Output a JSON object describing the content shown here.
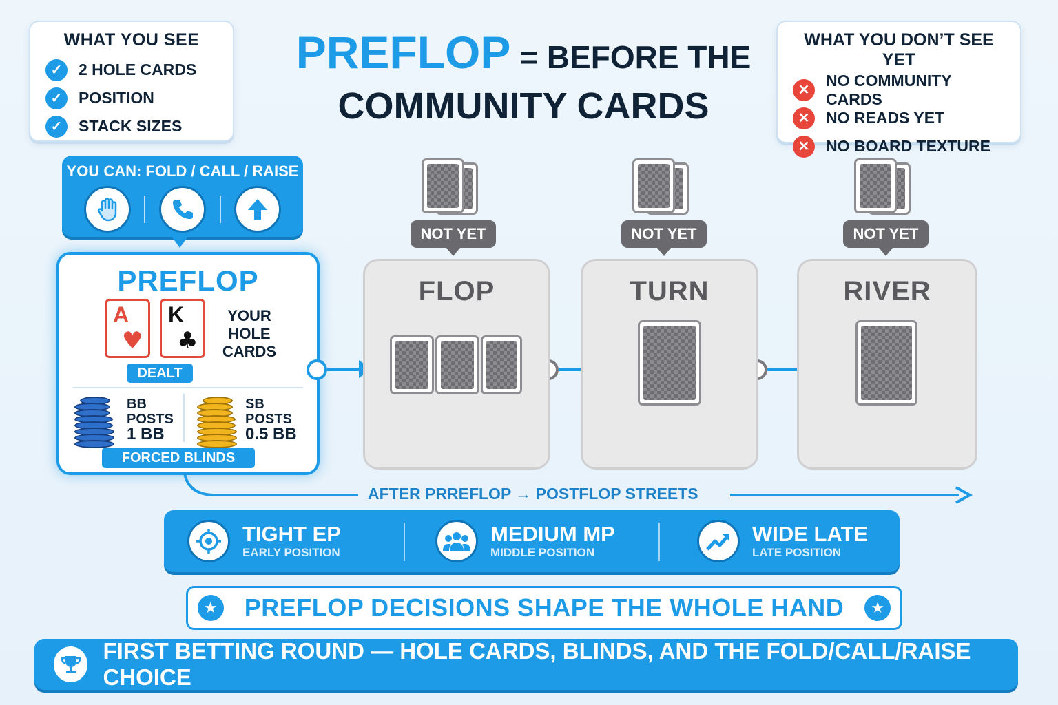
{
  "title": {
    "accent": "PREFLOP",
    "rest_line1": "= BEFORE THE",
    "line2": "COMMUNITY CARDS"
  },
  "what_you_see": {
    "heading": "WHAT YOU SEE",
    "items": [
      "2 HOLE CARDS",
      "POSITION",
      "STACK SIZES"
    ]
  },
  "what_you_dont_see": {
    "heading": "WHAT YOU DON’T SEE YET",
    "items": [
      "NO COMMUNITY CARDS",
      "NO READS YET",
      "NO BOARD TEXTURE"
    ]
  },
  "actions": {
    "label": "YOU CAN: FOLD / CALL / RAISE",
    "icons": [
      "hand-stop-icon",
      "phone-icon",
      "arrow-up-icon"
    ]
  },
  "preflop": {
    "title": "PREFLOP",
    "card1": {
      "rank": "A",
      "suit": "♥"
    },
    "card2": {
      "rank": "K",
      "suit": "♣"
    },
    "hole_label_1": "YOUR",
    "hole_label_2": "HOLE",
    "hole_label_3": "CARDS",
    "dealt_tag": "DEALT",
    "bb": {
      "line1": "BB",
      "line2": "POSTS",
      "line3": "1 BB"
    },
    "sb": {
      "line1": "SB",
      "line2": "POSTS",
      "line3": "0.5 BB"
    },
    "forced_tag": "FORCED BLINDS"
  },
  "streets": [
    {
      "name": "FLOP",
      "badge": "NOT YET",
      "cards": 3
    },
    {
      "name": "TURN",
      "badge": "NOT YET",
      "cards": 1
    },
    {
      "name": "RIVER",
      "badge": "NOT YET",
      "cards": 1
    }
  ],
  "after_label": "AFTER PRREFLOP → POSTFLOP STREETS",
  "positions": [
    {
      "title": "TIGHT EP",
      "subtitle": "EARLY POSITION",
      "icon": "target-icon"
    },
    {
      "title": "MEDIUM MP",
      "subtitle": "MIDDLE POSITION",
      "icon": "group-icon"
    },
    {
      "title": "WIDE LATE",
      "subtitle": "LATE POSITION",
      "icon": "trend-up-icon"
    }
  ],
  "shape_banner": "PREFLOP DECISIONS SHAPE THE WHOLE HAND",
  "bottom_banner": "FIRST BETTING ROUND — HOLE CARDS, BLINDS, AND THE FOLD/CALL/RAISE CHOICE",
  "colors": {
    "accent": "#1e9be6",
    "danger": "#e8463b",
    "muted": "#6a6a6e"
  }
}
